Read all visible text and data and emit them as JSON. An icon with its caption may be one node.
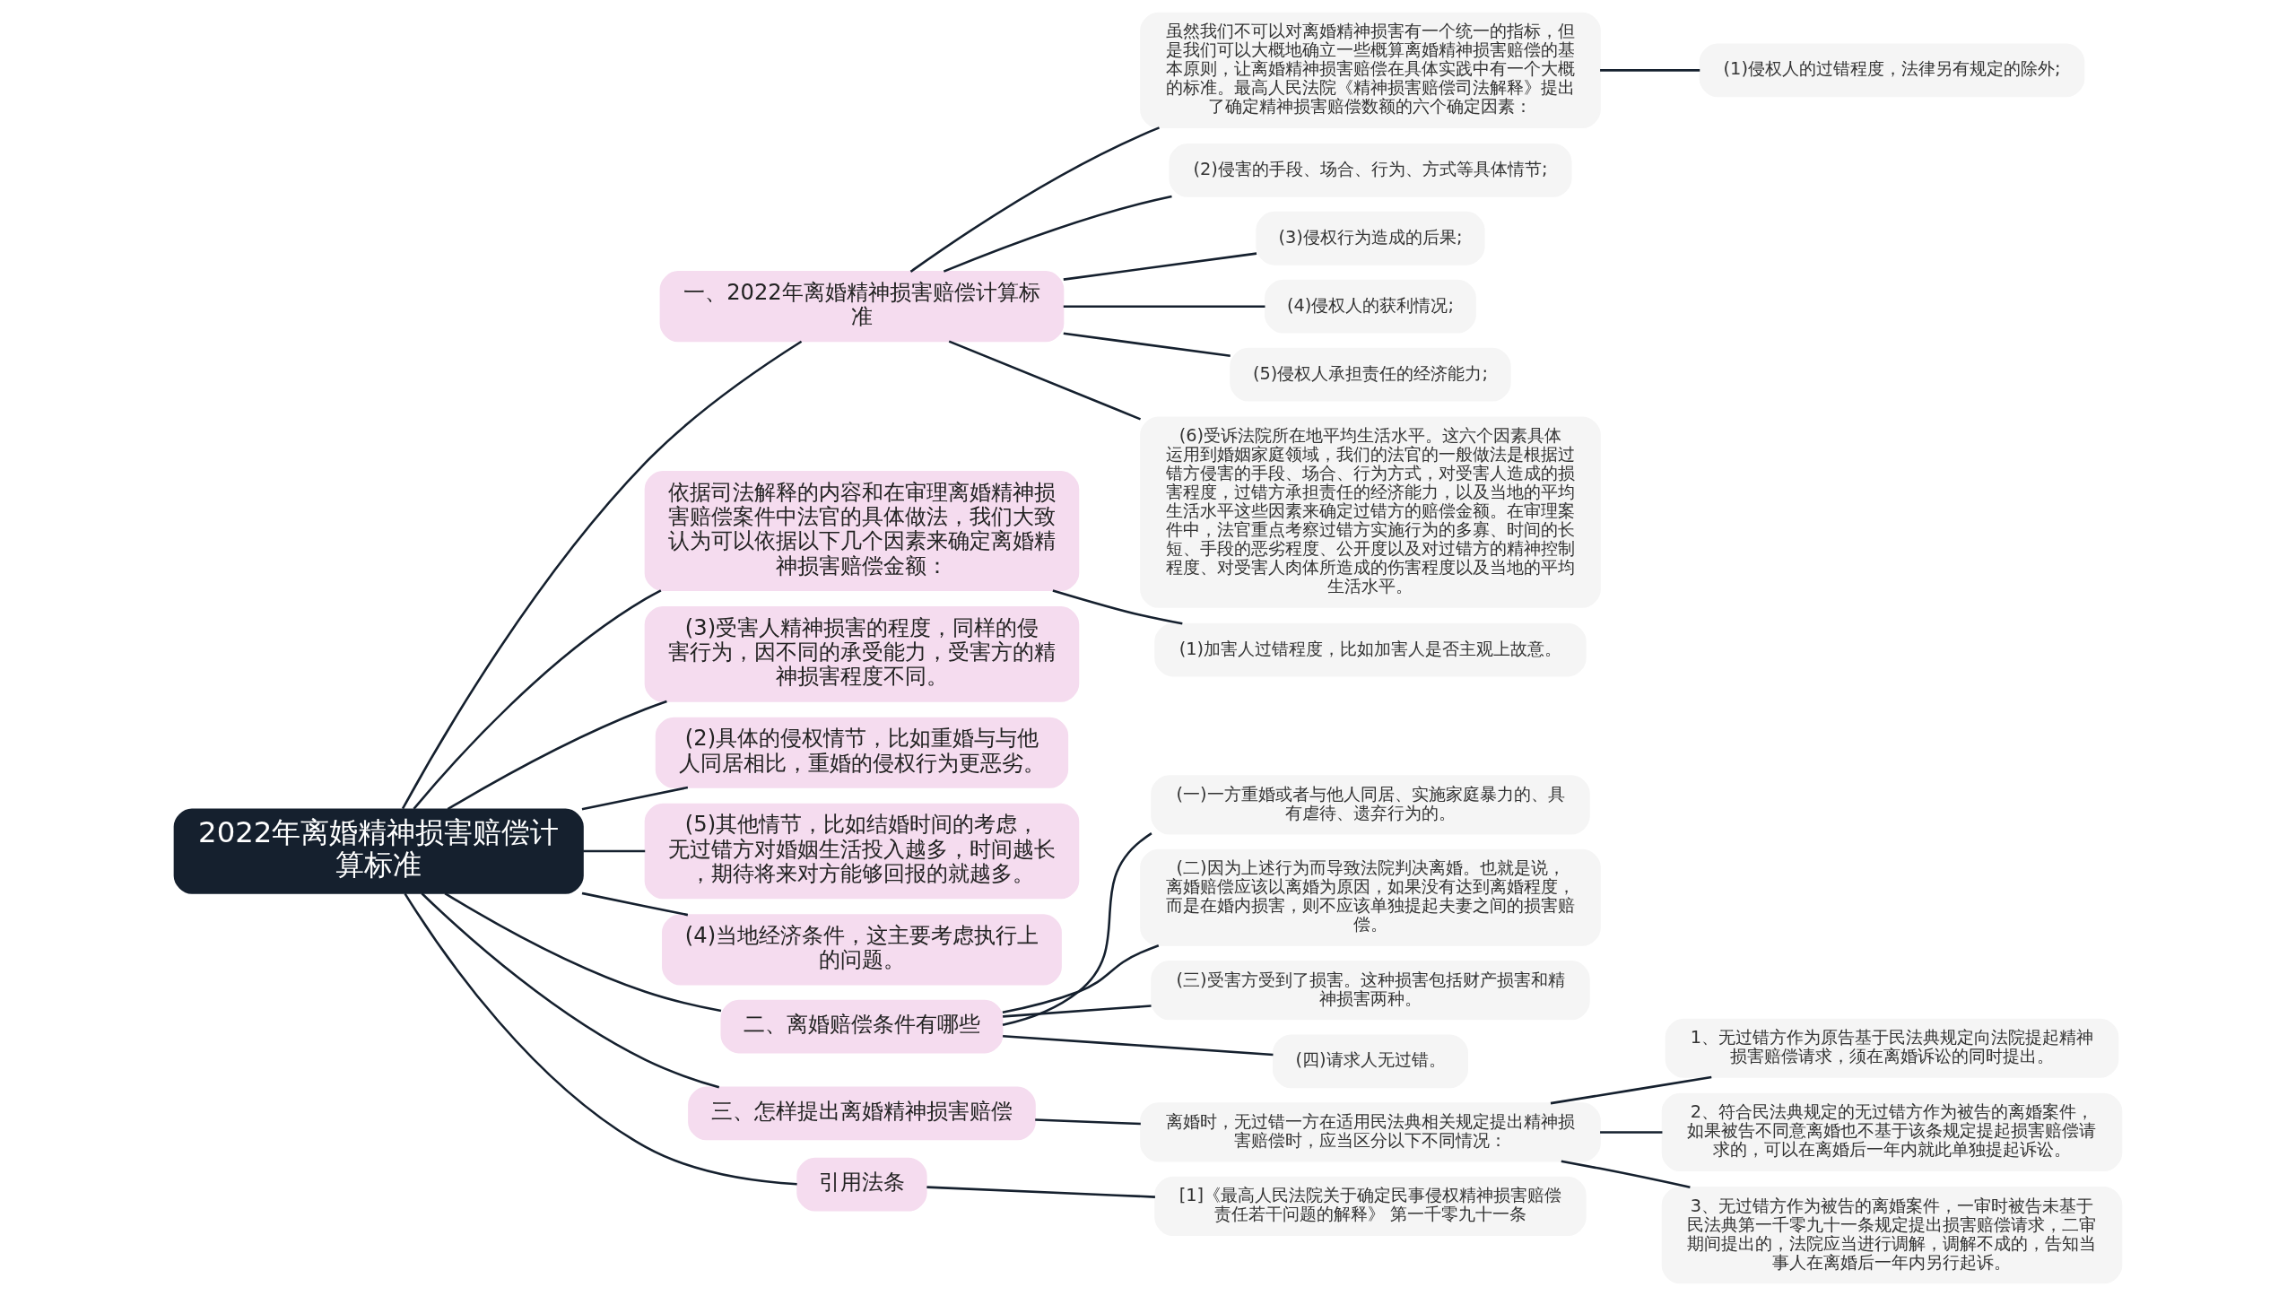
{
  "diagram": {
    "nodes": [
      {
        "text": [
          "2022年离婚精神损害赔偿计算标准"
        ]
      },
      {
        "text": [
          "一、2022年离婚精神损害赔偿计算标准"
        ]
      },
      {
        "text": [
          "虽然我们不可以对离婚精神损害有一个统一的指标，但是我们可以大概地确立一些概算离婚精神损害赔偿的基本原则，让离婚精神损害赔偿在具体实践中有一个大概的标准。最高人民法院《精神损害赔偿司法解释》提出了确定精神损害赔偿数额的六个确定因素："
        ]
      },
      {
        "text": [
          "(1)侵权人的过错程度，法律另有规定的除外;"
        ]
      },
      {
        "text": [
          "(2)侵害的手段、场合、行为、方式等具体情节;"
        ]
      },
      {
        "text": [
          "(3)侵权行为造成的后果;"
        ]
      },
      {
        "text": [
          "(4)侵权人的获利情况;"
        ]
      },
      {
        "text": [
          "(5)侵权人承担责任的经济能力;"
        ]
      },
      {
        "text": [
          "(6)受诉法院所在地平均生活水平。这六个因素具体运用到婚姻家庭领域，我们的法官的一般做法是根据过错方侵害的手段、场合、行为方式，对受害人造成的损害程度，过错方承担责任的经济能力，以及当地的平均生活水平这些因素来确定过错方的赔偿金额。在审理案件中，法官重点考察过错方实施行为的多寡、时间的长短、手段的恶劣程度、公开度以及对过错方的精神控制程度、对受害人肉体所造成的伤害程度以及当地的平均生活水平。"
        ]
      },
      {
        "text": [
          "依据司法解释的内容和在审理离婚精神损害赔偿案件中法官的具体做法，我们大致认为可以依据以下几个因素来确定离婚精神损害赔偿金额："
        ]
      },
      {
        "text": [
          "(1)加害人过错程度，比如加害人是否主观上故意。"
        ]
      },
      {
        "text": [
          "(3)受害人精神损害的程度，同样的侵害行为，因不同的承受能力，受害方的精神损害程度不同。"
        ]
      },
      {
        "text": [
          "(2)具体的侵权情节，比如重婚与与他人同居相比，重婚的侵权行为更恶劣。"
        ]
      },
      {
        "text": [
          "(5)其他情节，比如结婚时间的考虑，无过错方对婚姻生活投入越多，时间越长，期待将来对方能够回报的就越多。"
        ]
      },
      {
        "text": [
          "(4)当地经济条件，这主要考虑执行上的问题。"
        ]
      },
      {
        "text": [
          "二、离婚赔偿条件有哪些"
        ]
      },
      {
        "text": [
          "(一)一方重婚或者与他人同居、实施家庭暴力的、具有虐待、遗弃行为的。"
        ]
      },
      {
        "text": [
          "(二)因为上述行为而导致法院判决离婚。也就是说，离婚赔偿应该以离婚为原因，如果没有达到离婚程度，而是在婚内损害，则不应该单独提起夫妻之间的损害赔偿。"
        ]
      },
      {
        "text": [
          "(三)受害方受到了损害。这种损害包括财产损害和精神损害两种。"
        ]
      },
      {
        "text": [
          "(四)请求人无过错。"
        ]
      },
      {
        "text": [
          "三、怎样提出离婚精神损害赔偿"
        ]
      },
      {
        "text": [
          "离婚时，无过错一方在适用民法典相关规定提出精神损害赔偿时，应当区分以下不同情况："
        ]
      },
      {
        "text": [
          "1、无过错方作为原告基于民法典规定向法院提起精神损害赔偿请求，须在离婚诉讼的同时提出。"
        ]
      },
      {
        "text": [
          "2、符合民法典规定的无过错方作为被告的离婚案件，如果被告不同意离婚也不基于该条规定提起损害赔偿请求的，可以在离婚后一年内就此单独提起诉讼。"
        ]
      },
      {
        "text": [
          "3、无过错方作为被告的离婚案件，一审时被告未基于民法典第一千零九十一条规定提出损害赔偿请求，二审期间提出的，法院应当进行调解，调解不成的，告知当事人在离婚后一年内另行起诉。"
        ]
      },
      {
        "text": [
          "引用法条"
        ]
      },
      {
        "text": [
          "[1]《最高人民法院关于确定民事侵权精神损害赔偿责任若干问题的解释》 第一千零九十一条"
        ]
      }
    ],
    "edges": [
      {
        "from": 0,
        "to": 1,
        "arrow": "none"
      },
      {
        "from": 1,
        "to": 2,
        "arrow": "none"
      },
      {
        "from": 2,
        "to": 3,
        "arrow": "none"
      },
      {
        "from": 1,
        "to": 4,
        "arrow": "none"
      },
      {
        "from": 1,
        "to": 5,
        "arrow": "none"
      },
      {
        "from": 1,
        "to": 6,
        "arrow": "none"
      },
      {
        "from": 1,
        "to": 7,
        "arrow": "none"
      },
      {
        "from": 1,
        "to": 8,
        "arrow": "none"
      },
      {
        "from": 0,
        "to": 9,
        "arrow": "none"
      },
      {
        "from": 9,
        "to": 10,
        "arrow": "none"
      },
      {
        "from": 0,
        "to": 11,
        "arrow": "none"
      },
      {
        "from": 0,
        "to": 12,
        "arrow": "none"
      },
      {
        "from": 0,
        "to": 13,
        "arrow": "none"
      },
      {
        "from": 0,
        "to": 14,
        "arrow": "none"
      },
      {
        "from": 0,
        "to": 15,
        "arrow": "none"
      },
      {
        "from": 15,
        "to": 16,
        "arrow": "none"
      },
      {
        "from": 15,
        "to": 17,
        "arrow": "none"
      },
      {
        "from": 15,
        "to": 18,
        "arrow": "none"
      },
      {
        "from": 15,
        "to": 19,
        "arrow": "none"
      },
      {
        "from": 0,
        "to": 20,
        "arrow": "none"
      },
      {
        "from": 20,
        "to": 21,
        "arrow": "none"
      },
      {
        "from": 21,
        "to": 22,
        "arrow": "none"
      },
      {
        "from": 21,
        "to": 23,
        "arrow": "none"
      },
      {
        "from": 21,
        "to": 24,
        "arrow": "none"
      },
      {
        "from": 0,
        "to": 25,
        "arrow": "none"
      },
      {
        "from": 25,
        "to": 26,
        "arrow": "none"
      }
    ]
  }
}
